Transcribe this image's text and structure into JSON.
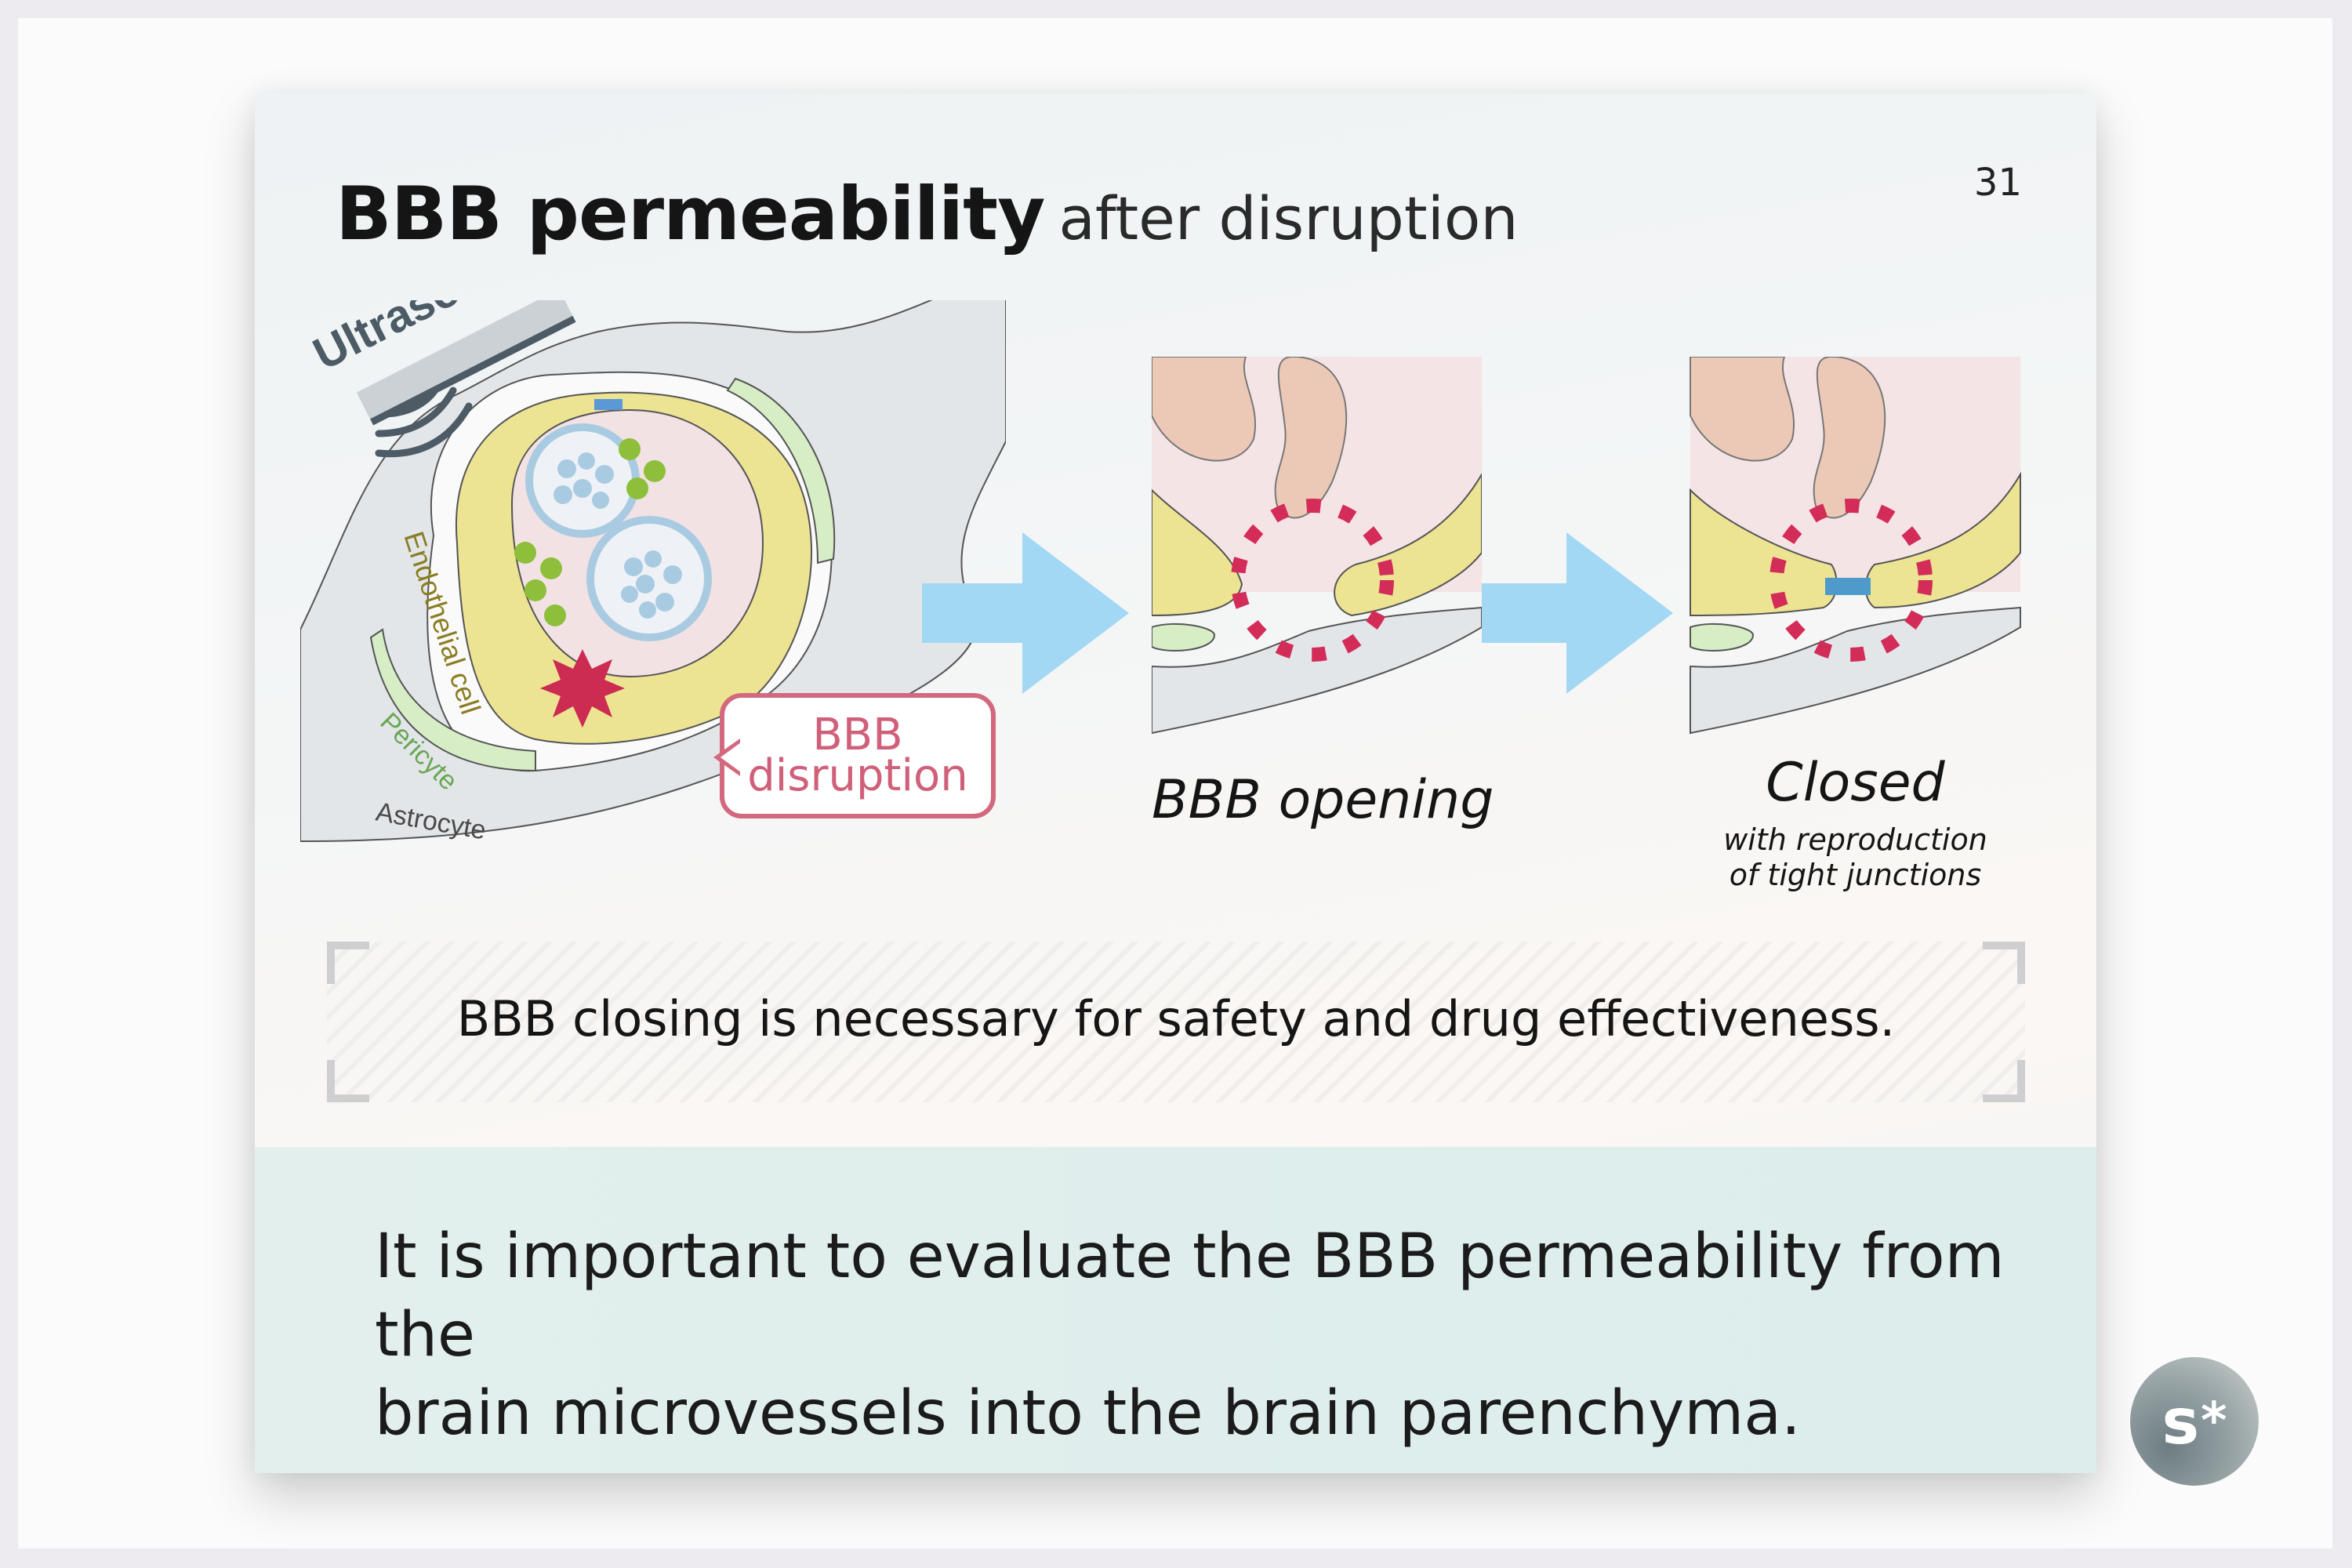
{
  "slide": {
    "title_bold": "BBB permeability",
    "title_light": "after disruption",
    "page_number": "31"
  },
  "illustration": {
    "ultrasound_label": "Ultrasound",
    "endothelial_label": "Endothelial cell",
    "pericyte_label": "Pericyte",
    "astrocyte_label": "Astrocyte",
    "callout_line1": "BBB",
    "callout_line2": "disruption",
    "opening_caption": "BBB opening",
    "closed_caption": "Closed",
    "closed_sub1": "with reproduction",
    "closed_sub2": "of tight junctions"
  },
  "note": {
    "text": "BBB closing is necessary for safety and drug effectiveness."
  },
  "summary": {
    "line1": "It is important to evaluate the BBB permeability from the",
    "line2": "brain microvessels into the brain parenchyma."
  },
  "logo": {
    "text": "s",
    "mark": "*"
  },
  "colors": {
    "accent_pink": "#d3687f",
    "disruption_red": "#cc2b52",
    "arrow_blue": "#a3d8f5",
    "band": "#deeeec"
  }
}
